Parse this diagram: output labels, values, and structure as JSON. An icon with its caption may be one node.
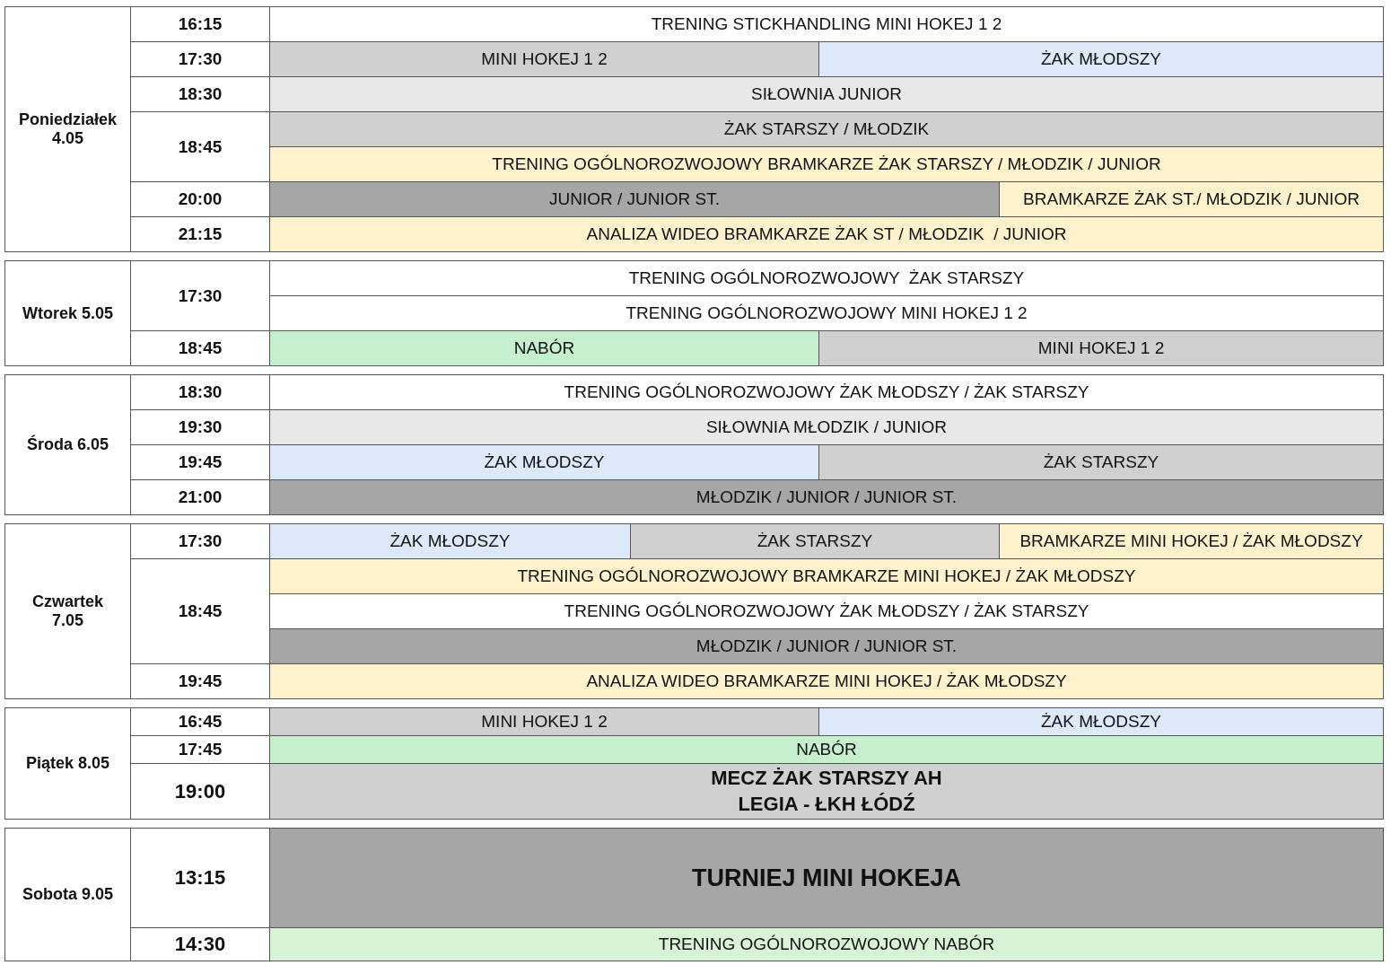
{
  "diagram": {
    "labels": [
      "Poniedziałek 4.05",
      "16:15",
      "TRENING STICKHANDLING MINI HOKEJ 1 2",
      "17:30",
      "MINI HOKEJ 1 2",
      "ŻAK MŁODSZY",
      "18:30",
      "SIŁOWNIA JUNIOR",
      "18:45",
      "ŻAK STARSZY / MŁODZIK",
      "TRENING OGÓLNOROZWOJOWY BRAMKARZE ŻAK STARSZY / MŁODZIK / JUNIOR",
      "20:00",
      "JUNIOR / JUNIOR ST.",
      "BRAMKARZE ŻAK ST./ MŁODZIK / JUNIOR",
      "21:15",
      "ANALIZA WIDEO BRAMKARZE ŻAK ST / MŁODZIK  / JUNIOR",
      "Wtorek 5.05",
      "17:30",
      "TRENING OGÓLNOROZWOJOWY  ŻAK STARSZY",
      "TRENING OGÓLNOROZWOJOWY MINI HOKEJ 1 2",
      "18:45",
      "NABÓR",
      "MINI HOKEJ 1 2",
      "Środa 6.05",
      "18:30",
      "TRENING OGÓLNOROZWOJOWY ŻAK MŁODSZY / ŻAK STARSZY",
      "19:30",
      "SIŁOWNIA MŁODZIK / JUNIOR",
      "19:45",
      "ŻAK MŁODSZY",
      "ŻAK STARSZY",
      "21:00",
      "MŁODZIK / JUNIOR / JUNIOR ST.",
      "Czwartek 7.05",
      "17:30",
      "ŻAK MŁODSZY",
      "ŻAK STARSZY",
      "BRAMKARZE MINI HOKEJ / ŻAK MŁODSZY",
      "18:45",
      "TRENING OGÓLNOROZWOJOWY BRAMKARZE MINI HOKEJ / ŻAK MŁODSZY",
      "TRENING OGÓLNOROZWOJOWY ŻAK MŁODSZY / ŻAK STARSZY",
      "MŁODZIK / JUNIOR / JUNIOR ST.",
      "19:45",
      "ANALIZA WIDEO BRAMKARZE MINI HOKEJ / ŻAK MŁODSZY",
      "Piątek 8.05",
      "16:45",
      "MINI HOKEJ 1 2",
      "ŻAK MŁODSZY",
      "17:45",
      "NABÓR",
      "19:00",
      "MECZ ŻAK STARSZY AH LEGIA - ŁKH ŁÓDŹ",
      "Sobota 9.05",
      "13:15",
      "TURNIEJ MINI HOKEJA",
      "14:30",
      "TRENING OGÓLNOROZWOJOWY NABÓR"
    ]
  }
}
